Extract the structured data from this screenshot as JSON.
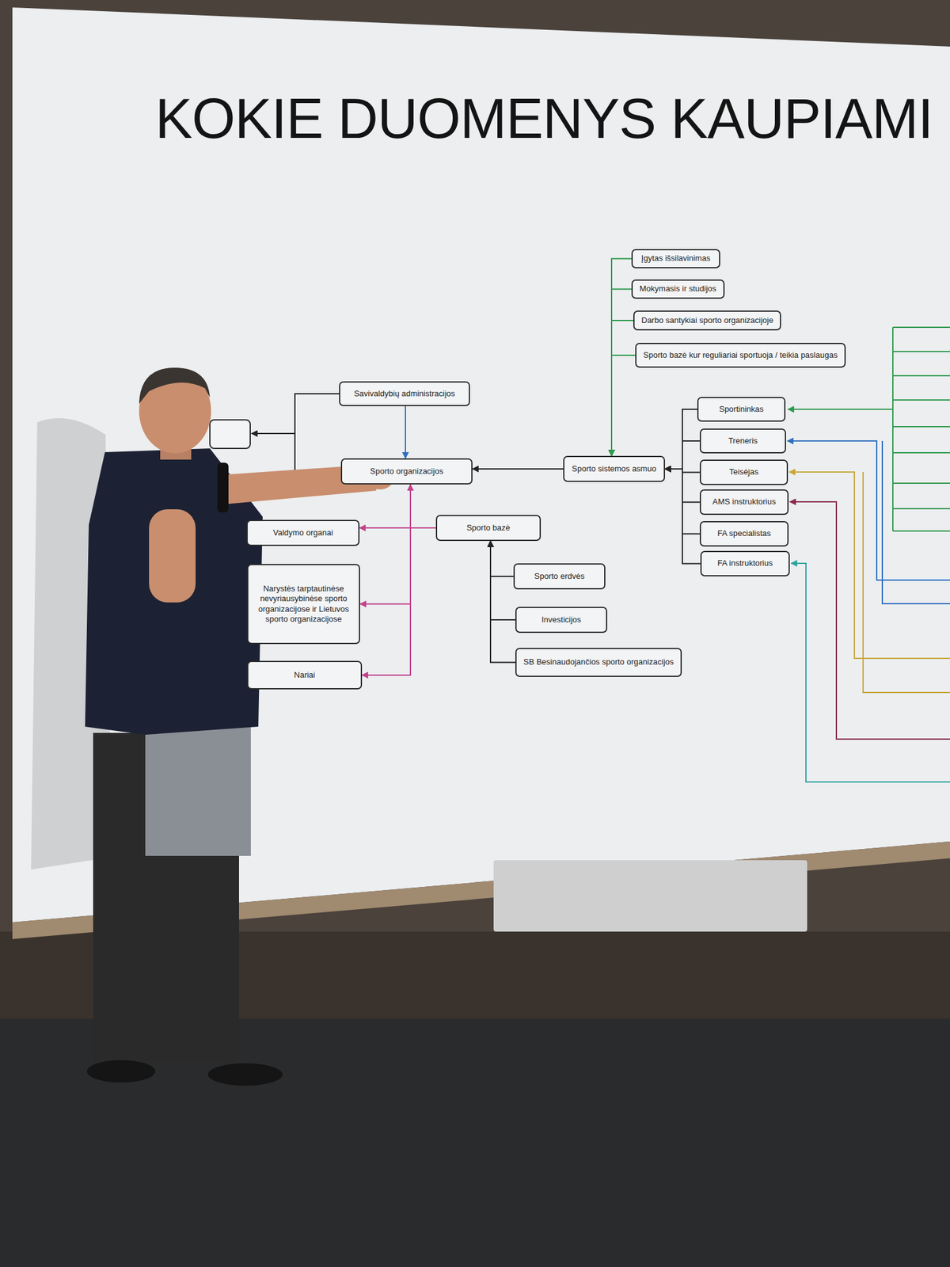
{
  "diagram": {
    "title": "KOKIE DUOMENYS KAUPIAMI",
    "nodes": [
      {
        "text": [
          "Savivaldybių administracijos"
        ]
      },
      {
        "text": [
          "Sporto organizacijos"
        ]
      },
      {
        "text": [
          "Valdymo organai"
        ]
      },
      {
        "text": [
          "Narystės tarptautinėse nevyriausybinėse sporto organizacijose ir Lietuvos sporto organizacijose"
        ]
      },
      {
        "text": [
          "Nariai"
        ]
      },
      {
        "text": [
          "Sporto bazė"
        ]
      },
      {
        "text": [
          "Sporto erdvės"
        ]
      },
      {
        "text": [
          "Investicijos"
        ]
      },
      {
        "text": [
          "SB Besinaudojančios sporto organizacijos"
        ]
      },
      {
        "text": [
          "Sporto sistemos asmuo"
        ]
      },
      {
        "text": [
          "Įgytas išsilavinimas"
        ]
      },
      {
        "text": [
          "Mokymasis ir studijos"
        ]
      },
      {
        "text": [
          "Darbo santykiai sporto organizacijoje"
        ]
      },
      {
        "text": [
          "Sporto bazė kur reguliariai sportuoja / teikia paslaugas"
        ]
      },
      {
        "text": [
          "Sportininkas"
        ]
      },
      {
        "text": [
          "Treneris"
        ]
      },
      {
        "text": [
          "Teisėjas"
        ]
      },
      {
        "text": [
          "AMS instruktorius"
        ]
      },
      {
        "text": [
          "FA specialistas"
        ]
      },
      {
        "text": [
          "FA instruktorius"
        ]
      }
    ],
    "edges": [
      {
        "from": 0,
        "to": 1,
        "arrow": "to"
      },
      {
        "from": 9,
        "to": 1,
        "arrow": "to"
      },
      {
        "from": 5,
        "to": 1,
        "arrow": "to"
      },
      {
        "from": 5,
        "to": 2,
        "arrow": "to"
      },
      {
        "from": 5,
        "to": 3,
        "arrow": "to"
      },
      {
        "from": 5,
        "to": 4,
        "arrow": "to"
      },
      {
        "from": 6,
        "to": 5,
        "arrow": "to"
      },
      {
        "from": 7,
        "to": 5,
        "arrow": "to"
      },
      {
        "from": 8,
        "to": 5,
        "arrow": "to"
      },
      {
        "from": 10,
        "to": 9,
        "arrow": "to"
      },
      {
        "from": 11,
        "to": 9,
        "arrow": "to"
      },
      {
        "from": 12,
        "to": 9,
        "arrow": "to"
      },
      {
        "from": 13,
        "to": 9,
        "arrow": "to"
      },
      {
        "from": 14,
        "to": 9,
        "arrow": "to"
      },
      {
        "from": 15,
        "to": 9,
        "arrow": "to"
      },
      {
        "from": 16,
        "to": 9,
        "arrow": "to"
      },
      {
        "from": 17,
        "to": 9,
        "arrow": "to"
      },
      {
        "from": 18,
        "to": 9,
        "arrow": "to"
      },
      {
        "from": 19,
        "to": 9,
        "arrow": "to"
      }
    ]
  }
}
